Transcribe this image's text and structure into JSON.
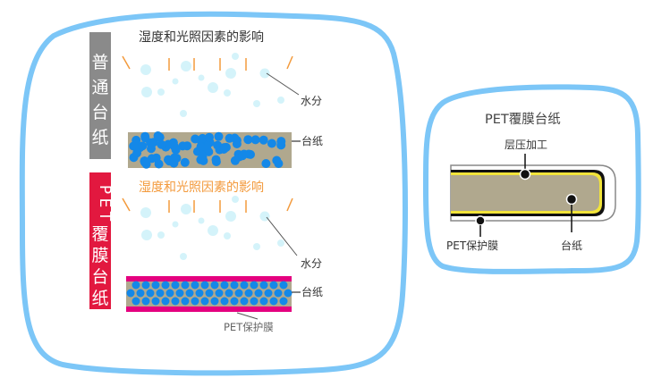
{
  "left_panel": {
    "normal": {
      "side_label": "普通台纸",
      "title": "湿度和光照因素的影响",
      "moisture_label": "水分",
      "paper_label": "台纸"
    },
    "pet": {
      "side_label_latin": "PET",
      "side_label_cjk": "覆膜台纸",
      "title": "湿度和光照因素的影响",
      "moisture_label": "水分",
      "paper_label": "台纸",
      "film_label": "PET保护膜"
    }
  },
  "right_panel": {
    "title": "PET覆膜台纸",
    "lamination_label": "层压加工",
    "film_label": "PET保护膜",
    "paper_label": "台纸"
  },
  "colors": {
    "frame_blue": "#7cc6f7",
    "gray_tag": "#8a8a8a",
    "red_tag": "#e2183f",
    "orange": "#f39a3c",
    "paper_khaki": "#b0a88e",
    "fiber_blue": "#1488e8",
    "moisture": "#d4f3fa",
    "magenta_film": "#e4007f",
    "yellow_line": "#f2e43a"
  }
}
